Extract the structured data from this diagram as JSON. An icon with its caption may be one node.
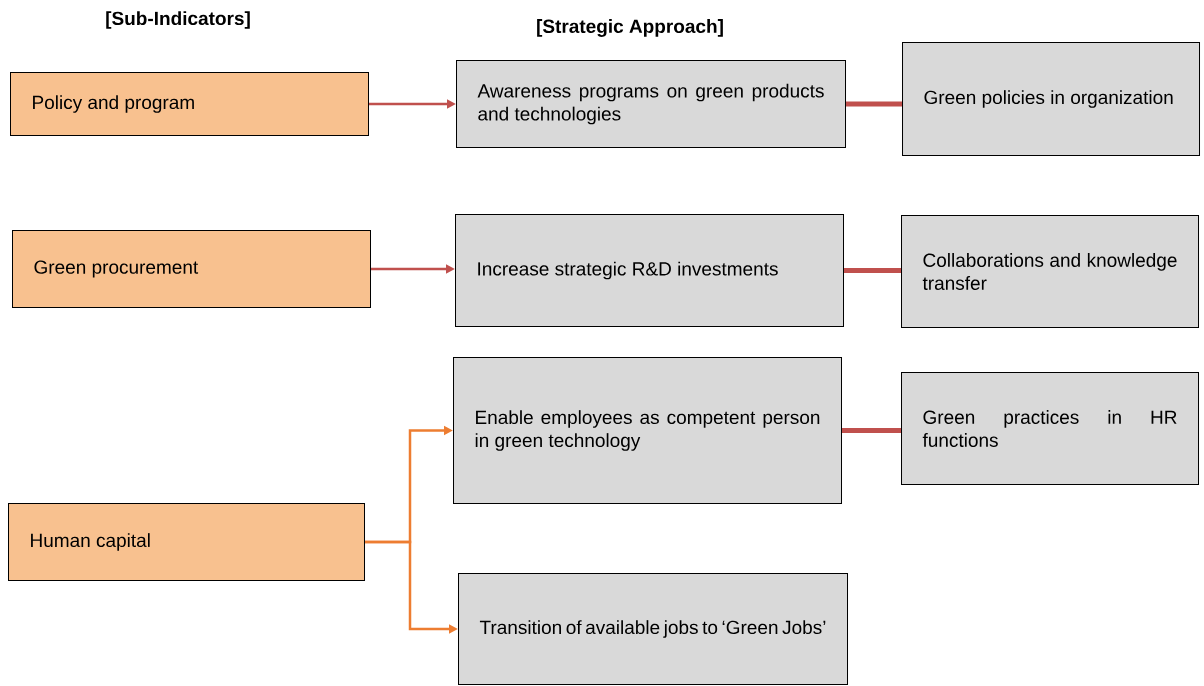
{
  "diagram": {
    "nodes": [
      {
        "text": [
          "Policy and program"
        ]
      },
      {
        "text": [
          "Green procurement"
        ]
      },
      {
        "text": [
          "Human capital"
        ]
      },
      {
        "text": [
          "Awareness programs on green products and technologies"
        ]
      },
      {
        "text": [
          "Increase strategic R&D investments"
        ]
      },
      {
        "text": [
          "Enable employees as competent person in green technology"
        ]
      },
      {
        "text": [
          "Transition of available jobs to ‘Green Jobs’"
        ]
      },
      {
        "text": [
          "Green policies in organization"
        ]
      },
      {
        "text": [
          "Collaborations and knowledge transfer"
        ]
      },
      {
        "text": [
          "Green practices in HR functions"
        ]
      }
    ],
    "edges": [
      {
        "from": 0,
        "to": 3,
        "arrow": "to"
      },
      {
        "from": 1,
        "to": 4,
        "arrow": "to"
      },
      {
        "from": 2,
        "to": 5,
        "arrow": "to",
        "color": "#ed7d31"
      },
      {
        "from": 2,
        "to": 6,
        "arrow": "to",
        "color": "#ed7d31"
      },
      {
        "from": 3,
        "to": 7,
        "arrow": "none",
        "style": "thick"
      },
      {
        "from": 4,
        "to": 8,
        "arrow": "none",
        "style": "thick"
      },
      {
        "from": 5,
        "to": 9,
        "arrow": "none",
        "style": "thick"
      }
    ],
    "labels": [
      "[Sub-Indicators]",
      "[Strategic Approach]"
    ]
  }
}
